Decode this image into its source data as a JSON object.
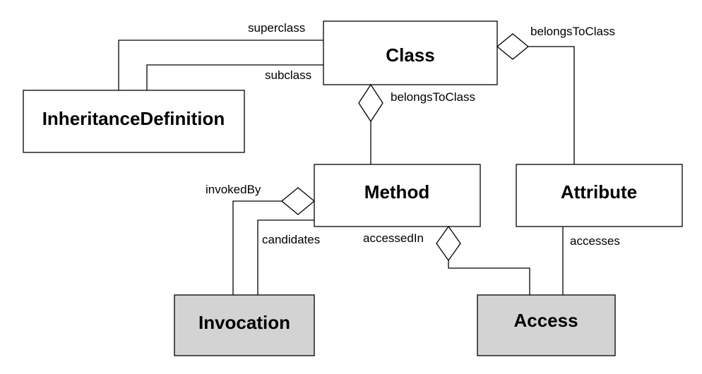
{
  "diagram": {
    "classes": {
      "class": {
        "name": "Class",
        "fill": "#ffffff"
      },
      "inheritance": {
        "name": "InheritanceDefinition",
        "fill": "#ffffff"
      },
      "method": {
        "name": "Method",
        "fill": "#ffffff"
      },
      "attribute": {
        "name": "Attribute",
        "fill": "#ffffff"
      },
      "invocation": {
        "name": "Invocation",
        "fill": "#d3d3d3"
      },
      "access": {
        "name": "Access",
        "fill": "#d3d3d3"
      }
    },
    "roles": {
      "superclass": "superclass",
      "subclass": "subclass",
      "method_belongs": "belongsToClass",
      "attribute_belongs": "belongsToClass",
      "invoked_by": "invokedBy",
      "candidates": "candidates",
      "accessed_in": "accessedIn",
      "accesses": "accesses"
    }
  }
}
